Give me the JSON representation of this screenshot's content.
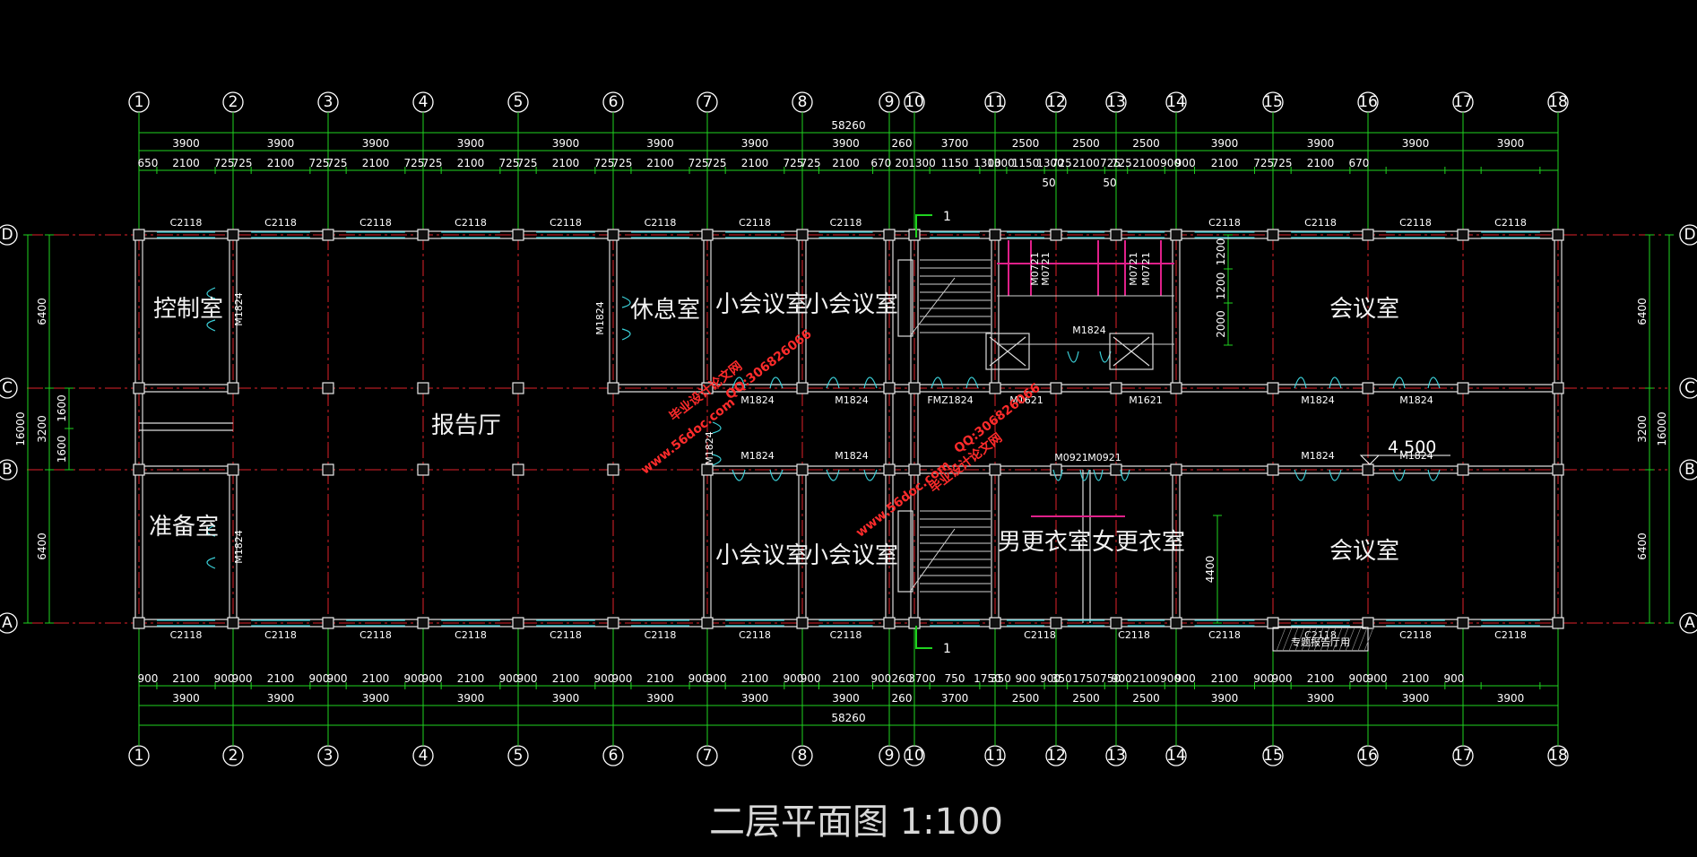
{
  "title": "二层平面图 1:100",
  "axes_h": [
    "1",
    "2",
    "3",
    "4",
    "5",
    "6",
    "7",
    "8",
    "9",
    "10",
    "11",
    "12",
    "13",
    "14",
    "15",
    "16",
    "17",
    "18"
  ],
  "axes_v": [
    "D",
    "C",
    "B",
    "A"
  ],
  "overall_dim": "58260",
  "top_bay_dims": [
    "3900",
    "3900",
    "3900",
    "3900",
    "3900",
    "3900",
    "3900",
    "3900",
    "260",
    "3700",
    "2500",
    "2500",
    "2500",
    "3900",
    "3900",
    "3900",
    "3900"
  ],
  "top_detail_dims": [
    "650",
    "2100",
    "725",
    "725",
    "2100",
    "725",
    "725",
    "2100",
    "725",
    "725",
    "2100",
    "725",
    "725",
    "2100",
    "725",
    "725",
    "2100",
    "725",
    "725",
    "2100",
    "725",
    "725",
    "2100",
    "670",
    "20",
    "1300",
    "1150",
    "1300",
    "1300",
    "1150",
    "1300",
    "725",
    "2100",
    "725",
    "725",
    "2100",
    "900",
    "900",
    "2100",
    "725",
    "725",
    "2100",
    "670"
  ],
  "top_small_dims": [
    "50",
    "50"
  ],
  "bottom_bay_dims": [
    "3900",
    "3900",
    "3900",
    "3900",
    "3900",
    "3900",
    "3900",
    "3900",
    "260",
    "3700",
    "2500",
    "2500",
    "2500",
    "3900",
    "3900",
    "3900",
    "3900"
  ],
  "bottom_detail_dims": [
    "900",
    "2100",
    "900",
    "900",
    "2100",
    "900",
    "900",
    "2100",
    "900",
    "900",
    "2100",
    "900",
    "900",
    "2100",
    "900",
    "900",
    "2100",
    "900",
    "900",
    "2100",
    "900",
    "900",
    "2100",
    "900",
    "260",
    "3700",
    "750",
    "1750",
    "350",
    "900",
    "900",
    "350",
    "1750",
    "750",
    "900",
    "2100",
    "900",
    "900",
    "2100",
    "900",
    "900",
    "2100",
    "900",
    "900",
    "2100",
    "900"
  ],
  "side_dims": [
    "6400",
    "3200",
    "1600",
    "1600",
    "6400",
    "16000"
  ],
  "right_side_dims": [
    "6400",
    "3200",
    "6400",
    "16000"
  ],
  "interior_dims": [
    "1200",
    "1200",
    "2000",
    "4400"
  ],
  "level_mark": "4.500",
  "section_mark": "1",
  "rooms": [
    "控制室",
    "准备室",
    "报告厅",
    "休息室",
    "小会议室",
    "小会议室",
    "小会议室",
    "小会议室",
    "男更衣室",
    "女更衣室",
    "会议室",
    "会议室"
  ],
  "window_tags": [
    "C2118"
  ],
  "door_tags": [
    "M1824",
    "FMZ1824",
    "M1621",
    "M0921",
    "M0721"
  ],
  "note_label": "专题报告厅用",
  "watermarks": [
    "毕业设计论文网",
    "www.56doc.com",
    "QQ:306826066"
  ],
  "colors": {
    "background": "#000000",
    "dimension": "#1fd31f",
    "axis": "#e0222a",
    "wall": "#dcdcdc",
    "window": "#3bd0d8",
    "partition": "#e0208a",
    "watermark": "#ff2b2b"
  }
}
